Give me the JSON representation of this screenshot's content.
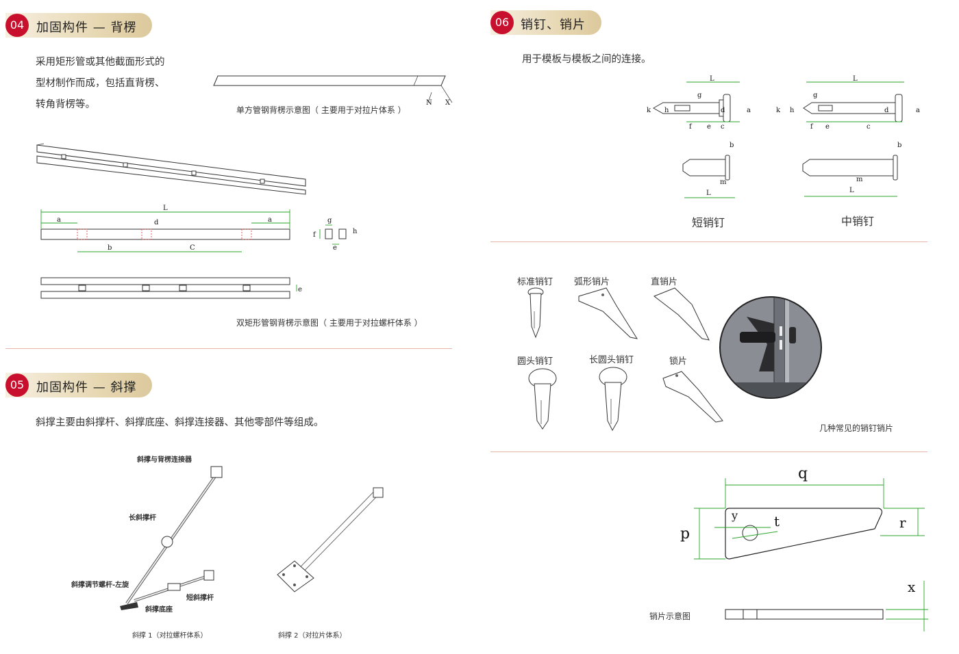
{
  "sections": {
    "s04": {
      "number": "04",
      "title": "加固构件 — 背楞",
      "text": "采用矩形管或其他截面形式的型材制作而成，包括直背楞、转角背楞等。",
      "caption_single": "单方管钢背楞示意图（ 主要用于对拉片体系 ）",
      "caption_double": "双矩形管钢背楞示意图（ 主要用于对拉螺杆体系 ）",
      "dim_labels": {
        "L": "L",
        "a": "a",
        "b": "b",
        "c": "C",
        "d": "d",
        "e": "e",
        "f": "f",
        "g": "g",
        "h": "h",
        "n": "N",
        "x": "X"
      }
    },
    "s05": {
      "number": "05",
      "title": "加固构件 — 斜撑",
      "text": "斜撑主要由斜撑杆、斜撑底座、斜撑连接器、其他零部件等组成。",
      "labels": {
        "connector": "斜撑与背楞连接器",
        "long_rod": "长斜撑杆",
        "adjust_screw": "斜撑调节螺杆-左旋",
        "short_rod": "短斜撑杆",
        "base": "斜撑底座"
      },
      "caption_1": "斜撑 1（对拉螺杆体系）",
      "caption_2": "斜撑 2（对拉片体系）"
    },
    "s06": {
      "number": "06",
      "title": "销钉、销片",
      "text": "用于模板与模板之间的连接。",
      "pin_labels": {
        "short": "短销钉",
        "medium": "中销钉"
      },
      "dim_letters": {
        "L": "L",
        "g": "g",
        "k": "k",
        "h": "h",
        "d": "d",
        "a": "a",
        "f": "f",
        "e": "e",
        "c": "c",
        "b": "b",
        "m": "m"
      },
      "parts": {
        "standard_pin": "标准销钉",
        "arc_plate": "弧形销片",
        "straight_plate": "直销片",
        "round_head_pin": "圆头销钉",
        "long_round_head_pin": "长圆头销钉",
        "lock_plate": "锁片"
      },
      "parts_caption": "几种常见的销钉销片",
      "plate_caption": "销片示意图",
      "plate_dims": {
        "q": "q",
        "p": "p",
        "r": "r",
        "y": "y",
        "t": "t",
        "x": "x"
      }
    }
  },
  "colors": {
    "badge": "#c8102e",
    "pill": "#e8d9b5",
    "rule": "#e8b3a8",
    "dimension": "#2aa52a"
  }
}
